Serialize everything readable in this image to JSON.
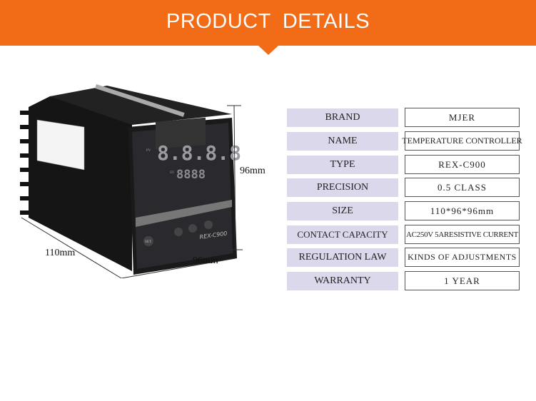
{
  "header": {
    "title": "PRODUCT DETAILS",
    "color": "#f26b17"
  },
  "product": {
    "model_mark": "REX-C900",
    "dim_height": "96mm",
    "dim_depth": "110mm",
    "dim_width": "96mm",
    "pv_label": "PV",
    "sv_label": "SV",
    "set_label": "SET"
  },
  "specs": [
    {
      "label": "BRAND",
      "value": "MJER"
    },
    {
      "label": "NAME",
      "value": "TEMPERATURE CONTROLLER"
    },
    {
      "label": "TYPE",
      "value": "REX-C900"
    },
    {
      "label": "PRECISION",
      "value": "0.5 CLASS"
    },
    {
      "label": "SIZE",
      "value": "110*96*96mm"
    },
    {
      "label": "CONTACT CAPACITY",
      "value": "AC250V 5ARESISTIVE CURRENT"
    },
    {
      "label": "REGULATION LAW",
      "value": "KINDS OF ADJUSTMENTS"
    },
    {
      "label": "WARRANTY",
      "value": "1 YEAR"
    }
  ]
}
